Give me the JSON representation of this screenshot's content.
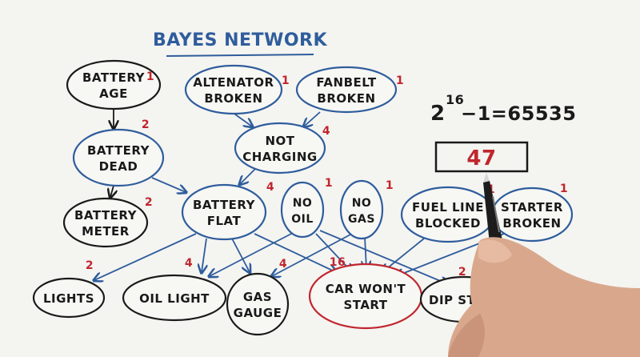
{
  "title": "BAYES NETWORK",
  "nodes": [
    {
      "id": "battery_age",
      "line1": "BATTERY",
      "line2": "AGE",
      "count": "1",
      "color": "black"
    },
    {
      "id": "alternator",
      "line1": "ALTENATOR",
      "line2": "BROKEN",
      "count": "1",
      "color": "blue"
    },
    {
      "id": "fanbelt",
      "line1": "FANBELT",
      "line2": "BROKEN",
      "count": "1",
      "color": "blue"
    },
    {
      "id": "battery_dead",
      "line1": "BATTERY",
      "line2": "DEAD",
      "count": "2",
      "color": "blue"
    },
    {
      "id": "not_charging",
      "line1": "NOT",
      "line2": "CHARGING",
      "count": "4",
      "color": "blue"
    },
    {
      "id": "battery_meter",
      "line1": "BATTERY",
      "line2": "METER",
      "count": "2",
      "color": "black"
    },
    {
      "id": "battery_flat",
      "line1": "BATTERY",
      "line2": "FLAT",
      "count": "4",
      "color": "blue"
    },
    {
      "id": "no_oil",
      "line1": "NO",
      "line2": "OIL",
      "count": "1",
      "color": "blue"
    },
    {
      "id": "no_gas",
      "line1": "NO",
      "line2": "GAS",
      "count": "1",
      "color": "blue"
    },
    {
      "id": "fuel_line",
      "line1": "FUEL LINE",
      "line2": "BLOCKED",
      "count": "1",
      "color": "blue"
    },
    {
      "id": "starter",
      "line1": "STARTER",
      "line2": "BROKEN",
      "count": "1",
      "color": "blue"
    },
    {
      "id": "lights",
      "line1": "LIGHTS",
      "line2": "",
      "count": "2",
      "color": "black"
    },
    {
      "id": "oil_light",
      "line1": "OIL LIGHT",
      "line2": "",
      "count": "4",
      "color": "black"
    },
    {
      "id": "gas_gauge",
      "line1": "GAS",
      "line2": "GAUGE",
      "count": "4",
      "color": "black"
    },
    {
      "id": "car_wont_start",
      "line1": "CAR WON'T",
      "line2": "START",
      "count": "16",
      "color": "red"
    },
    {
      "id": "dipstick",
      "line1": "DIP STICK",
      "line2": "",
      "count": "2",
      "color": "black"
    }
  ],
  "formula": {
    "base": "2",
    "exponent": "16",
    "rest": "−1=65535"
  },
  "answer_box": "47",
  "colors": {
    "blue": "#2f5d9c",
    "black": "#1a1a1a",
    "red": "#c0262d"
  }
}
